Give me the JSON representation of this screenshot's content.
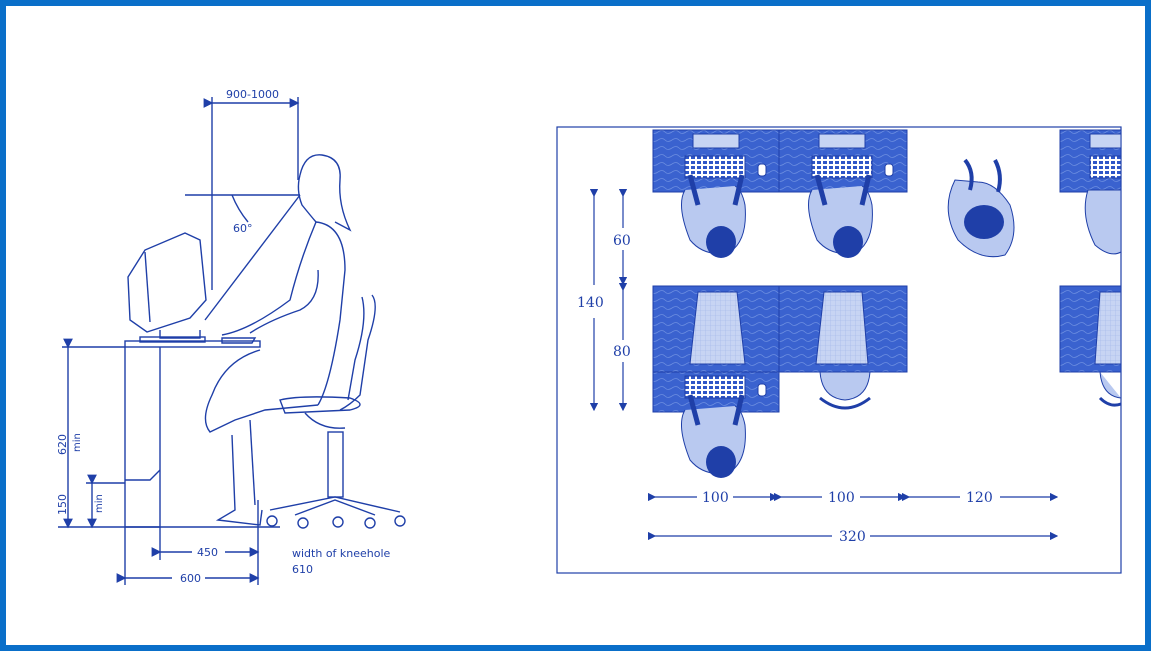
{
  "colors": {
    "frame": "#0a6fc9",
    "ink": "#1f3fa8",
    "fill": "#2f56c8",
    "light": "#b9c9f0"
  },
  "side_view": {
    "labels": {
      "reach": "900-1000",
      "angle": "60°",
      "desk_height_value": "620",
      "desk_height_unit": "min",
      "foot_value": "150",
      "foot_unit": "min",
      "knee_depth": "450",
      "leg_depth": "600",
      "kneehole_text": "width of kneehole",
      "kneehole_value": "610"
    }
  },
  "plan_view": {
    "labels": {
      "row_gap": "60",
      "total_depth": "140",
      "desk_depth": "80",
      "w1": "100",
      "w2": "100",
      "w3": "120",
      "total_width": "320"
    }
  }
}
